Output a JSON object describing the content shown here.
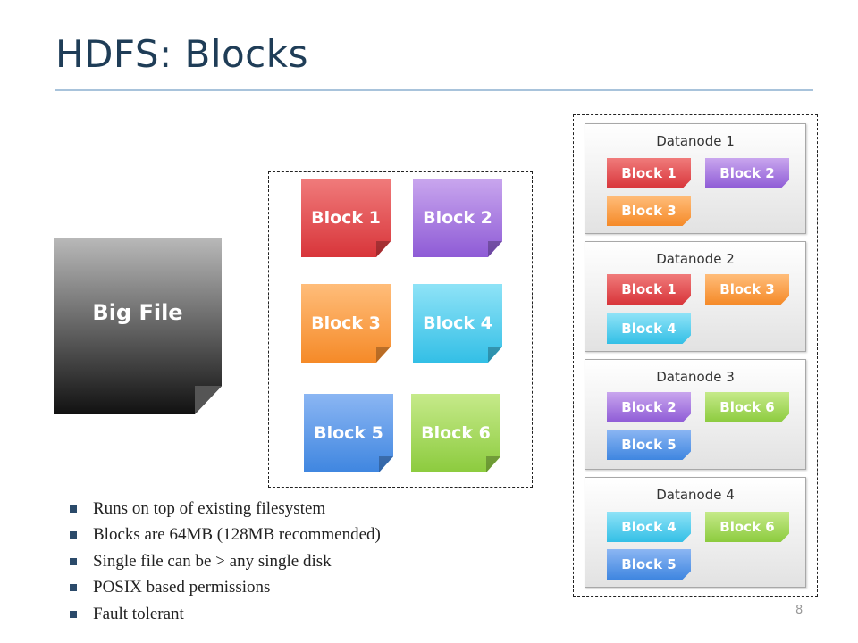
{
  "slide": {
    "title": "HDFS: Blocks",
    "page_number": "8"
  },
  "big_file": {
    "label": "Big File"
  },
  "blocks": [
    {
      "label": "Block 1",
      "color": "#e0454a"
    },
    {
      "label": "Block 2",
      "color": "#9b6ad9"
    },
    {
      "label": "Block 3",
      "color": "#f7922f"
    },
    {
      "label": "Block 4",
      "color": "#3cc4e8"
    },
    {
      "label": "Block 5",
      "color": "#4a8fe3"
    },
    {
      "label": "Block 6",
      "color": "#96cf47"
    }
  ],
  "datanodes": [
    {
      "title": "Datanode 1",
      "blocks": [
        "Block 1",
        "Block 2",
        "Block 3"
      ]
    },
    {
      "title": "Datanode 2",
      "blocks": [
        "Block 1",
        "Block 3",
        "Block 4"
      ]
    },
    {
      "title": "Datanode 3",
      "blocks": [
        "Block 2",
        "Block 6",
        "Block 5"
      ]
    },
    {
      "title": "Datanode 4",
      "blocks": [
        "Block 4",
        "Block 6",
        "Block 5"
      ]
    }
  ],
  "bullets": [
    "Runs on top of existing filesystem",
    "Blocks are 64MB (128MB recommended)",
    "Single file can be > any single disk",
    "POSIX based permissions",
    "Fault tolerant"
  ]
}
